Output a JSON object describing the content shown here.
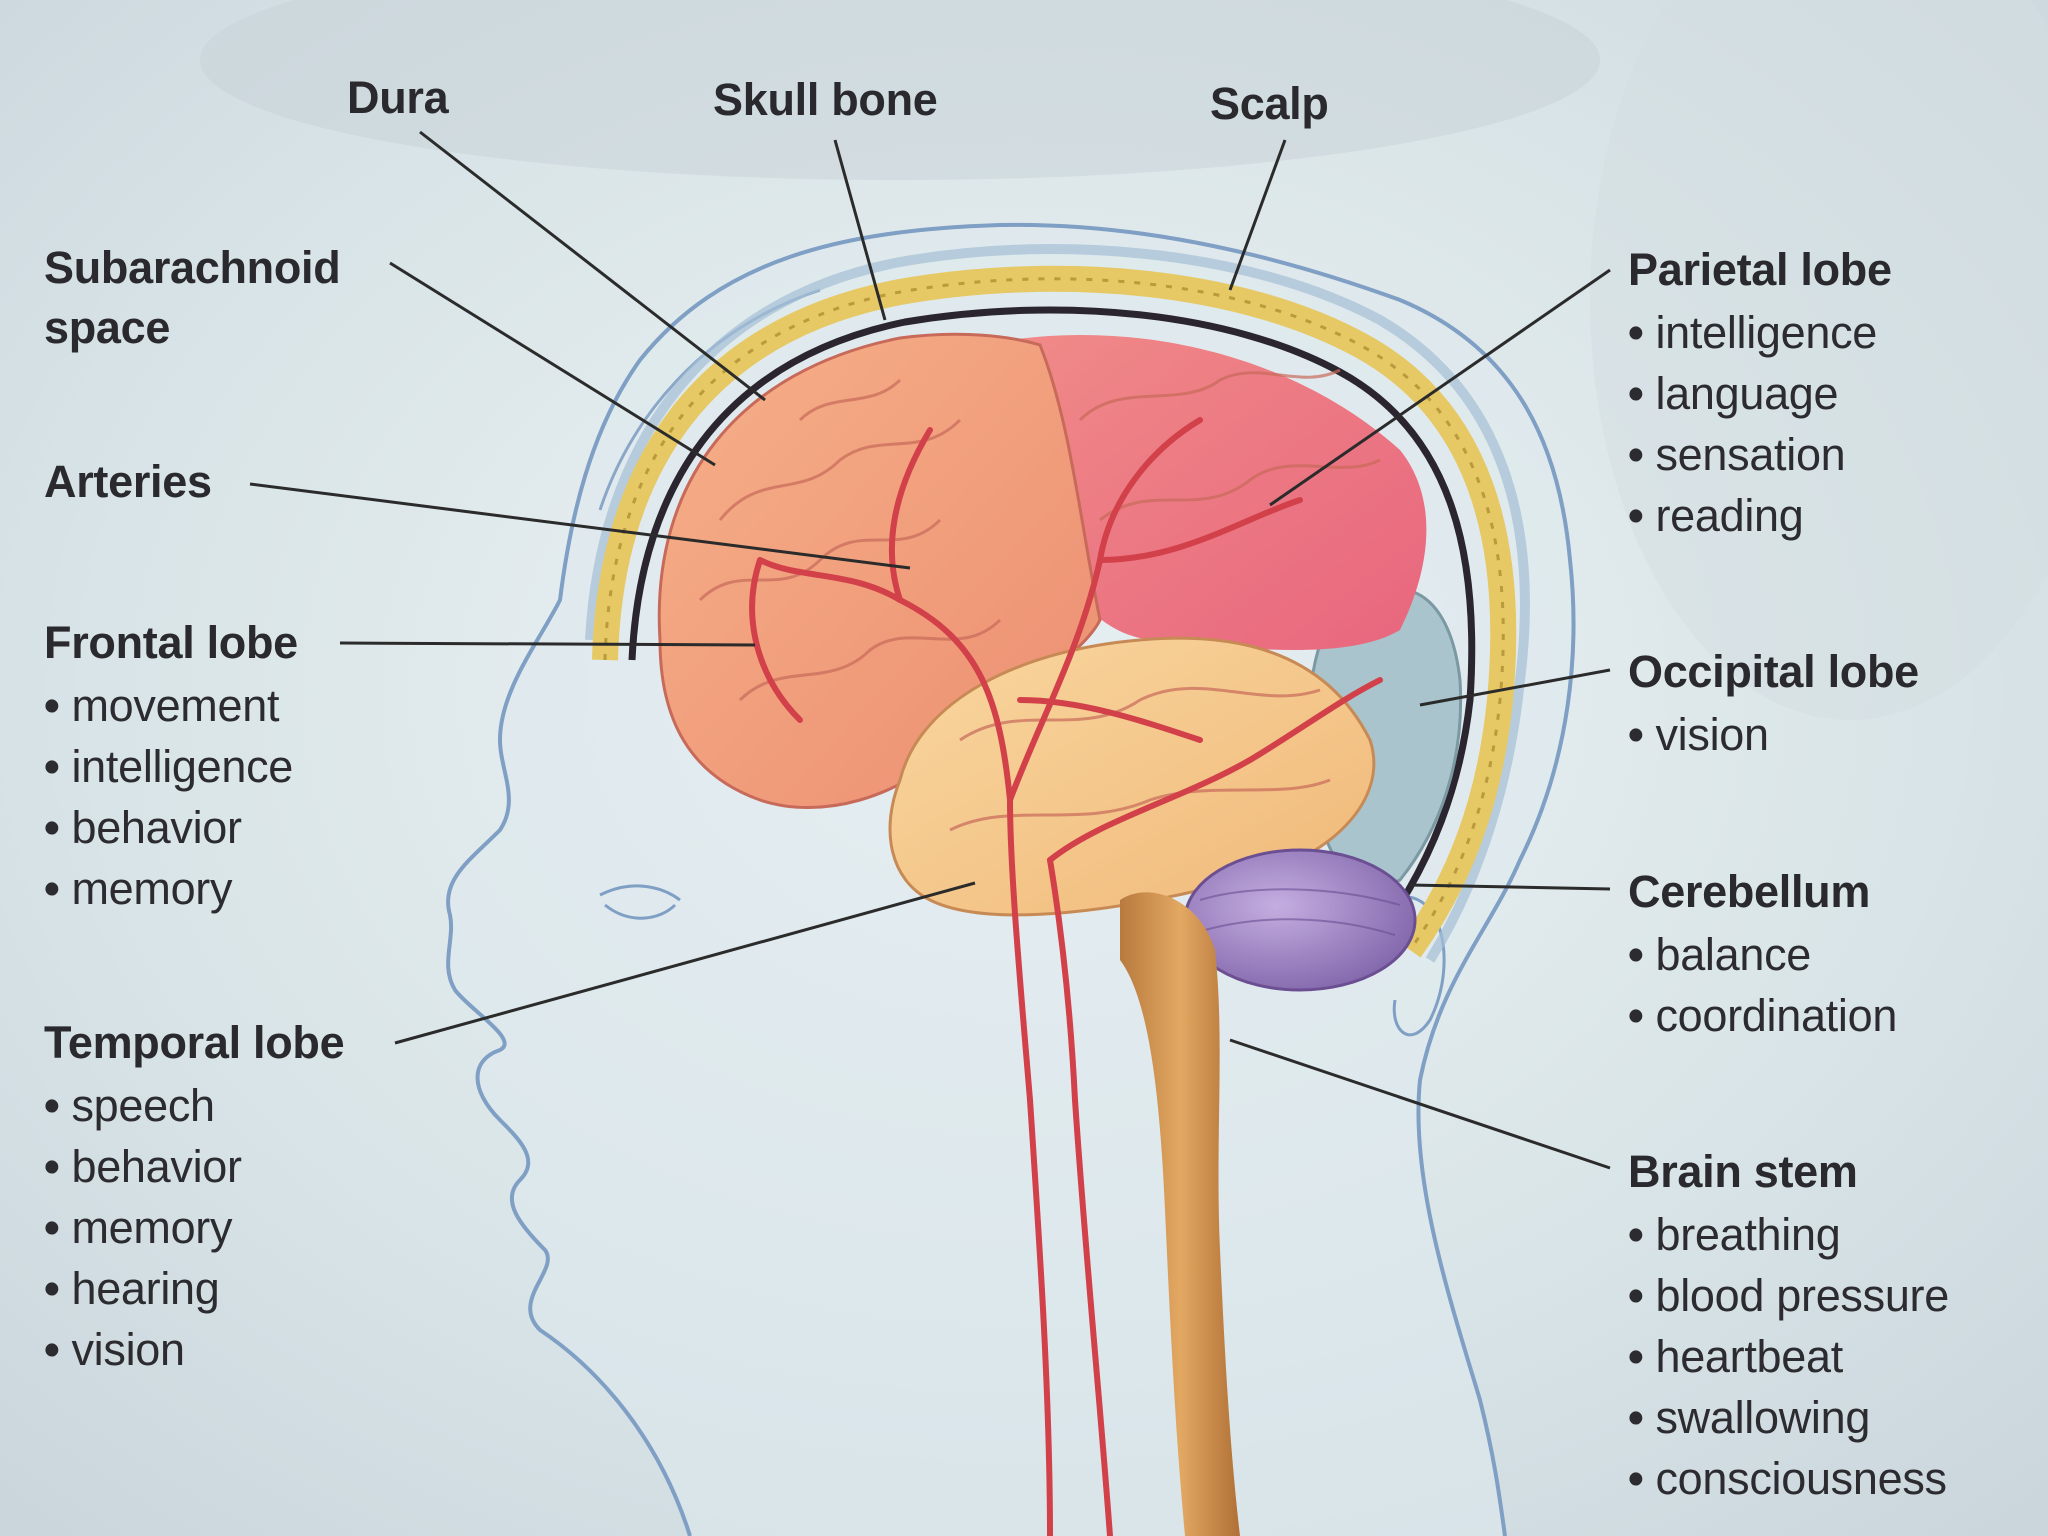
{
  "labels": {
    "dura": "Dura",
    "skull_bone": "Skull bone",
    "scalp": "Scalp",
    "subarachnoid": "Subarachnoid space",
    "arteries": "Arteries",
    "frontal_lobe": {
      "title": "Frontal lobe",
      "functions": [
        "movement",
        "intelligence",
        "behavior",
        "memory"
      ]
    },
    "temporal_lobe": {
      "title": "Temporal lobe",
      "functions": [
        "speech",
        "behavior",
        "memory",
        "hearing",
        "vision"
      ]
    },
    "parietal_lobe": {
      "title": "Parietal lobe",
      "functions": [
        "intelligence",
        "language",
        "sensation",
        "reading"
      ]
    },
    "occipital_lobe": {
      "title": "Occipital lobe",
      "functions": [
        "vision"
      ]
    },
    "cerebellum": {
      "title": "Cerebellum",
      "functions": [
        "balance",
        "coordination"
      ]
    },
    "brain_stem": {
      "title": "Brain stem",
      "functions": [
        "breathing",
        "blood pressure",
        "heartbeat",
        "swallowing",
        "consciousness"
      ]
    }
  },
  "colors": {
    "background": "#dfe8ea",
    "frontal": "#f2a07a",
    "parietal": "#ee7a8a",
    "temporal": "#f6c98a",
    "occipital": "#a9c4cc",
    "cerebellum": "#9a7fbe",
    "brain_stem": "#d89a52",
    "arteries": "#d2404a",
    "skull": "#e6c865",
    "leader_line": "#2b2b2b"
  }
}
